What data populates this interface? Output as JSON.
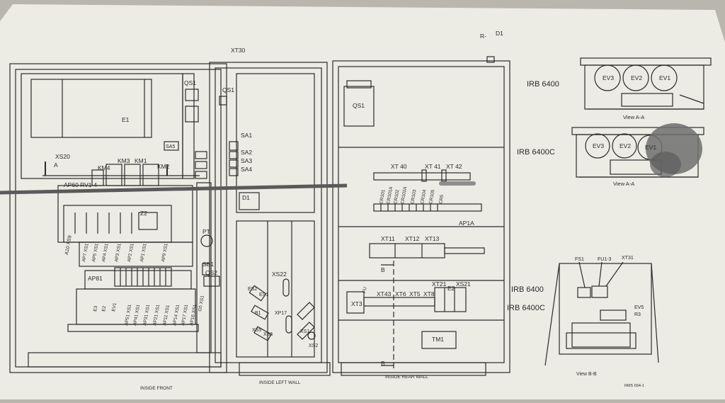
{
  "colors": {
    "wall": "#b9b6ad",
    "paper": "#ecebe4",
    "ink": "#2b2b2b",
    "stain": "#6f6f6f",
    "crease": "#5a5a5a"
  },
  "panels": {
    "front": {
      "caption": "INSIDE FRONT",
      "labels": {
        "qs1": "QS1",
        "e1": "E1",
        "sa5": "SA5",
        "xs20": "XS20",
        "a": "A",
        "km4": "KM4",
        "km3": "KM3",
        "km1": "KM1",
        "km2": "KM2",
        "ap60": "AP60 RV1-4",
        "z2": "Z2",
        "a10xs9": "A10 XS9",
        "ap7xs1": "AP7 XS1",
        "ap5xs1": "AP5 XS1",
        "ap4xs1": "AP4 XS1",
        "ap3xs1": "AP3 XS1",
        "ap2xs1": "AP2 XS1",
        "ap1xs1": "AP1 XS1",
        "ap9xs1": "AP9 XS1",
        "ap81": "AP81",
        "pt": "PT",
        "sb1": "SB1",
        "qs2": "QS2",
        "e3": "E3",
        "e2": "E2",
        "ev1": "EV1",
        "ap51xs1": "AP51 XS1",
        "ap41xs1": "AP41 XS1",
        "ap31xs1": "AP31 XS1",
        "ap21xs1": "AP21 XS1",
        "ap11xs1": "AP11 XS1",
        "ap14xs1": "AP14 XS1",
        "ap17xs1": "AP17 XS1",
        "ap16xs1": "AP16 XS1",
        "g51xs1": "G5 XS1"
      }
    },
    "left": {
      "caption": "INSIDE LEFT WALL",
      "labels": {
        "xt30": "XT30",
        "qs1": "QS1",
        "sa1": "SA1",
        "sa2": "SA2",
        "sa3": "SA3",
        "sa4": "SA4",
        "d1": "D1",
        "xs22": "XS22",
        "es2": "ES2",
        "es1": "ES1",
        "b1": "B1",
        "xp17": "XP17",
        "xs5": "XS5",
        "xs6": "XS6",
        "xs1": "XS1",
        "xs2": "XS2"
      }
    },
    "rear": {
      "caption": "INSIDE REAR WALL",
      "labels": {
        "r": "R-",
        "d1": "D1",
        "qs1": "QS1",
        "xt40": "XT 40",
        "xt41": "XT 41",
        "xt42": "XT 42",
        "cr101": "CR101",
        "cr101a": "CR101A",
        "cr102": "CR102",
        "cr102a": "CR102A",
        "cr103": "CR103",
        "cr104": "CR104",
        "cr105": "CR105",
        "cr5": "CR5",
        "ap1a": "AP1A",
        "xt11": "XT11",
        "xt12": "XT12",
        "xt13": "XT13",
        "b": "B",
        "b2": "B",
        "xt3": "XT3",
        "fu": "FU",
        "xt43": "XT43",
        "xt6": "XT6",
        "xt5": "XT5",
        "xt8": "XT8",
        "xt21": "XT21",
        "xs21": "XS21",
        "e2": "E2",
        "tm1": "TM1"
      }
    }
  },
  "side": {
    "irb1": "IRB 6400",
    "irb2": "IRB 6400C",
    "irb3": "IRB 6400",
    "irb4": "IRB 6400C",
    "view_aa": "View A-A",
    "ev3": "EV3",
    "ev2": "EV2",
    "ev1": "EV1",
    "view_bb": "View B-B",
    "fs1": "FS1",
    "fu13": "FU1-3",
    "xt31": "XT31",
    "ev5": "EV5",
    "r3": "R3",
    "doc_code": "RMS 694-1"
  }
}
